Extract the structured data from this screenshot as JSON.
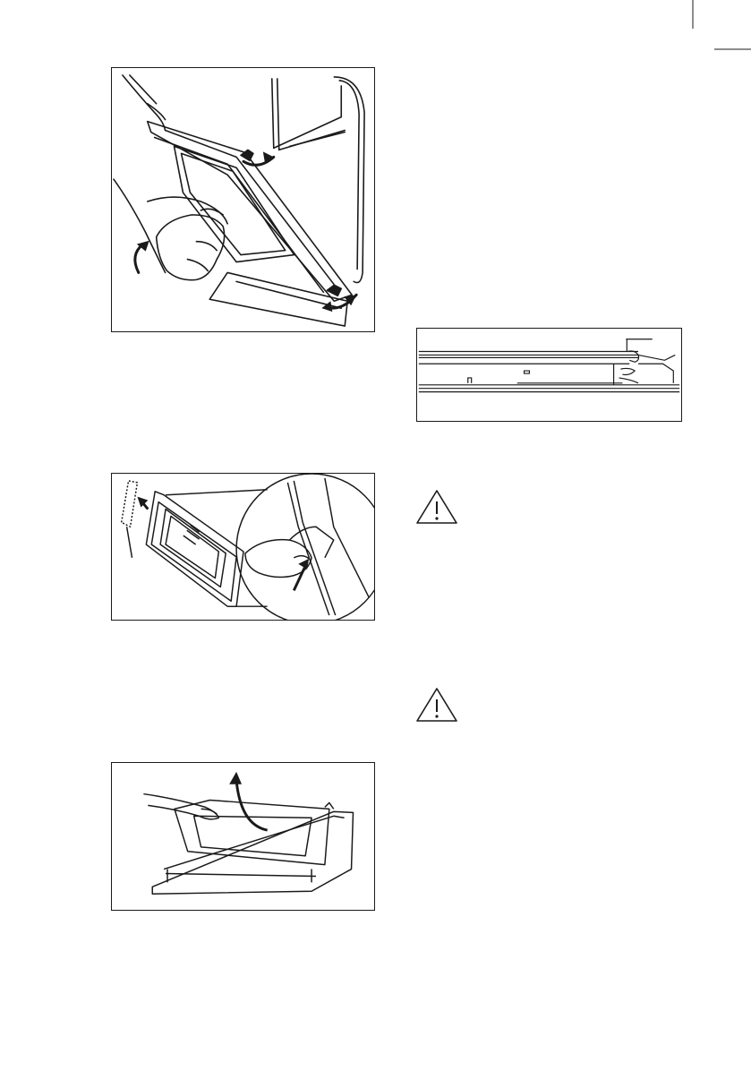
{
  "page": {
    "figures": [
      {
        "id": "fig1",
        "icon": "door-glass-removal-illustration"
      },
      {
        "id": "fig2",
        "icon": "glass-panel-lift-illustration"
      },
      {
        "id": "fig3",
        "icon": "inner-glass-lift-illustration"
      },
      {
        "id": "fig4",
        "icon": "rail-cross-section-illustration"
      }
    ],
    "warnings": [
      {
        "id": "warn1",
        "icon": "warning-triangle-icon"
      },
      {
        "id": "warn2",
        "icon": "warning-triangle-icon"
      }
    ]
  }
}
